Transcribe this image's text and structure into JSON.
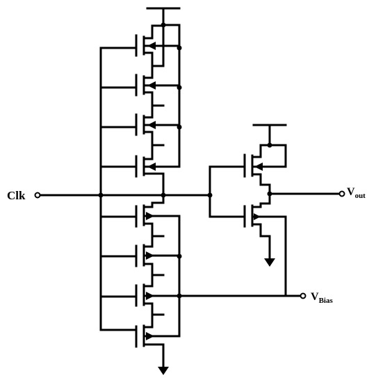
{
  "labels": {
    "clk": "Clk",
    "vout_main": "V",
    "vout_sub": "out",
    "vbias_main": "V",
    "vbias_sub": "Bias"
  },
  "style": {
    "wire_color": "#000000",
    "background": "#ffffff"
  }
}
